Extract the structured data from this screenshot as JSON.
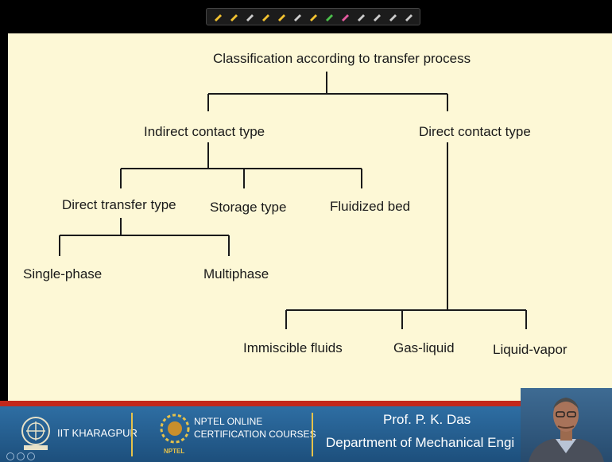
{
  "toolbar": {
    "tools": [
      {
        "icon": "pointer-icon",
        "color": "#f2c230"
      },
      {
        "icon": "pen-icon",
        "color": "#f2c230"
      },
      {
        "icon": "eraser-icon",
        "color": "#cccccc"
      },
      {
        "icon": "arrow-left-icon",
        "color": "#f2c230"
      },
      {
        "icon": "arrow-right-icon",
        "color": "#f2c230"
      },
      {
        "icon": "highlighter-icon",
        "color": "#cccccc"
      },
      {
        "icon": "marker-icon",
        "color": "#f2c230"
      },
      {
        "icon": "green-pen-icon",
        "color": "#4bbf4b"
      },
      {
        "icon": "pink-pen-icon",
        "color": "#e65aa0"
      },
      {
        "icon": "laser-icon",
        "color": "#cccccc"
      },
      {
        "icon": "line-icon",
        "color": "#cccccc"
      },
      {
        "icon": "box-icon",
        "color": "#cccccc"
      },
      {
        "icon": "clear-icon",
        "color": "#cccccc"
      }
    ]
  },
  "diagram": {
    "root": "Classification according to transfer process",
    "indirect": "Indirect contact type",
    "direct": "Direct contact type",
    "direct_transfer": "Direct transfer type",
    "storage": "Storage type",
    "fluidized": "Fluidized bed",
    "single_phase": "Single-phase",
    "multiphase": "Multiphase",
    "immiscible": "Immiscible fluids",
    "gas_liquid": "Gas-liquid",
    "liquid_vapor": "Liquid-vapor"
  },
  "footer": {
    "institute": "IIT KHARAGPUR",
    "nptel_line1": "NPTEL ONLINE",
    "nptel_line2": "CERTIFICATION COURSES",
    "nptel_tag": "NPTEL",
    "professor": "Prof. P. K. Das",
    "department": "Department of Mechanical Engi"
  },
  "colors": {
    "slide_bg": "#fdf8d6",
    "footer_blue": "#2e6ea3",
    "accent_red": "#c2281c",
    "divider_gold": "#e6c24a"
  }
}
